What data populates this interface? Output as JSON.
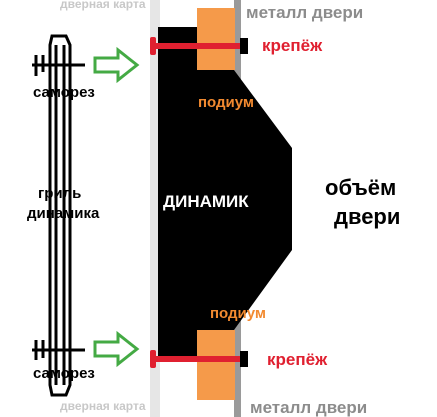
{
  "labels": {
    "door_card_top": "дверная карта",
    "door_card_bottom": "дверная карта",
    "metal_top": "металл двери",
    "metal_bottom": "металл двери",
    "fastener_top": "крепёж",
    "fastener_bottom": "крепёж",
    "podium_top": "подиум",
    "podium_bottom": "подиум",
    "screw_top": "саморез",
    "screw_bottom": "саморез",
    "grille_line1": "гриль",
    "grille_line2": "динамика",
    "speaker": "ДИНАМИК",
    "volume_line1": "объём",
    "volume_line2": "двери"
  },
  "colors": {
    "speaker": "#000000",
    "podium": "#f59a4a",
    "fastener": "#e02030",
    "arrow": "#44aa44",
    "metal": "#8c8c8c",
    "door_card": "#e6e6e6"
  }
}
